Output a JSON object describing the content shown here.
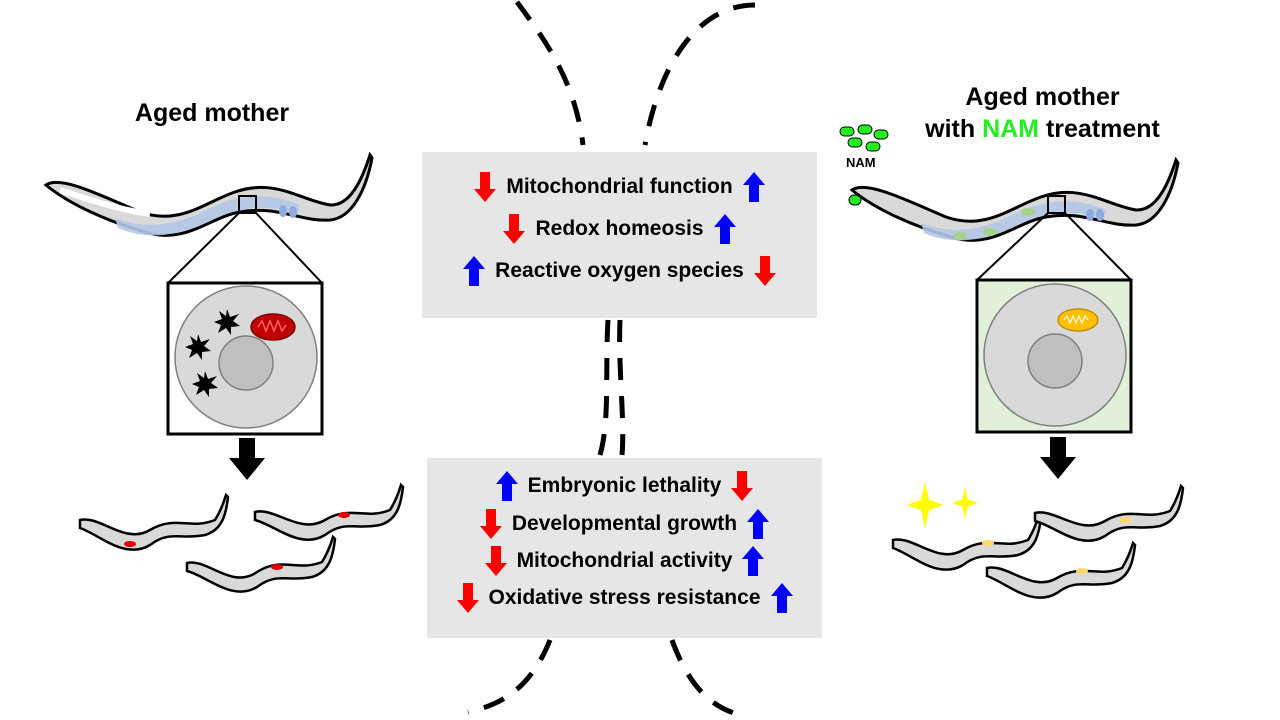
{
  "left": {
    "title": "Aged mother"
  },
  "right": {
    "title_line1": "Aged mother",
    "title_with": "with ",
    "title_nam": "NAM",
    "title_treatment": " treatment",
    "nam_label": "NAM"
  },
  "top_panel": {
    "rows": [
      {
        "label": "Mitochondrial function",
        "left_arrow": "down",
        "right_arrow": "up"
      },
      {
        "label": "Redox homeosis",
        "left_arrow": "down",
        "right_arrow": "up"
      },
      {
        "label": "Reactive oxygen species",
        "left_arrow": "up",
        "right_arrow": "down"
      }
    ]
  },
  "bottom_panel": {
    "rows": [
      {
        "label": "Embryonic lethality",
        "left_arrow": "up",
        "right_arrow": "down"
      },
      {
        "label": "Developmental growth",
        "left_arrow": "down",
        "right_arrow": "up"
      },
      {
        "label": "Mitochondrial activity",
        "left_arrow": "down",
        "right_arrow": "up"
      },
      {
        "label": "Oxidative stress resistance",
        "left_arrow": "down",
        "right_arrow": "up"
      }
    ]
  },
  "colors": {
    "arrow_down": "#ff0000",
    "arrow_up": "#0000ff",
    "panel_bg": "#e7e6e6",
    "mito_aged": "#c00000",
    "mito_nam": "#ffc000",
    "nam_green": "#22ee22",
    "sparkle": "#ffff00",
    "gut_blue": "#b4c7e7",
    "cell_bg_nam": "#e2f0d9"
  }
}
